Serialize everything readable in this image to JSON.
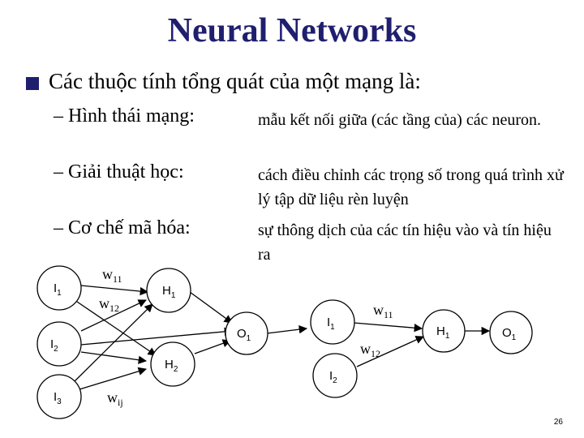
{
  "title": "Neural Networks",
  "intro": "Các thuộc tính tổng quát của một mạng là:",
  "properties": [
    {
      "label": "– Hình thái mạng:",
      "description": "mẫu kết nối giữa (các tầng của) các neuron."
    },
    {
      "label": "– Giải thuật học:",
      "description": "cách điều chỉnh các trọng số trong quá trình xử lý tập dữ liệu rèn luyện"
    },
    {
      "label": "– Cơ chế mã hóa:",
      "description": "sự thông dịch của các tín hiệu vào và tín hiệu ra"
    }
  ],
  "left_network": {
    "inputs": [
      {
        "base": "I",
        "sub": "1"
      },
      {
        "base": "I",
        "sub": "2"
      },
      {
        "base": "I",
        "sub": "3"
      }
    ],
    "hidden": [
      {
        "base": "H",
        "sub": "1"
      },
      {
        "base": "H",
        "sub": "2"
      }
    ],
    "output": {
      "base": "O",
      "sub": "1"
    },
    "weights": [
      {
        "base": "w",
        "sub": "11"
      },
      {
        "base": "w",
        "sub": "12"
      },
      {
        "base": "w",
        "sub": "ij"
      }
    ]
  },
  "right_network": {
    "inputs": [
      {
        "base": "I",
        "sub": "1"
      },
      {
        "base": "I",
        "sub": "2"
      }
    ],
    "hidden": {
      "base": "H",
      "sub": "1"
    },
    "output": {
      "base": "O",
      "sub": "1"
    },
    "weights": [
      {
        "base": "w",
        "sub": "11"
      },
      {
        "base": "w",
        "sub": "12"
      }
    ]
  },
  "slide_number": "26"
}
